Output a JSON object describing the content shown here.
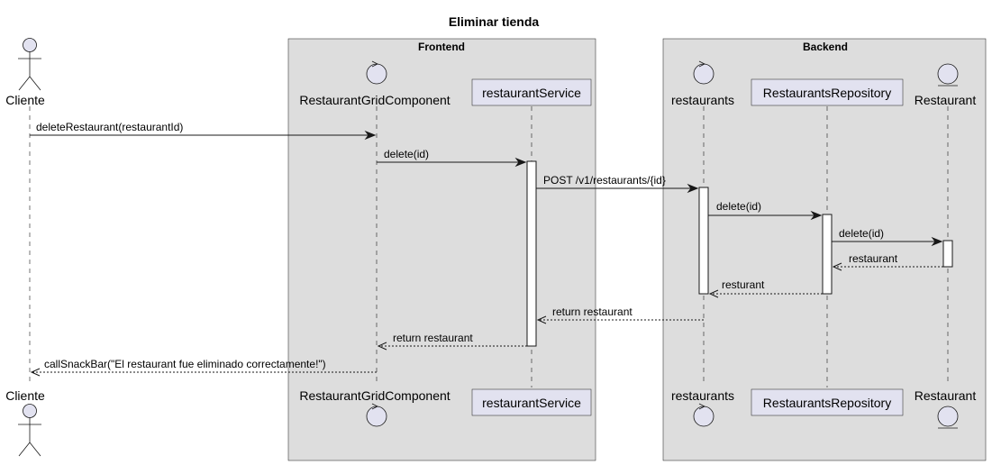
{
  "title": "Eliminar tienda",
  "boxes": {
    "frontend": "Frontend",
    "backend": "Backend"
  },
  "participants": {
    "cliente": {
      "label": "Cliente",
      "shape": "actor"
    },
    "grid": {
      "label": "RestaurantGridComponent",
      "shape": "control"
    },
    "service": {
      "label": "restaurantService",
      "shape": "participant"
    },
    "restaurants": {
      "label": "restaurants",
      "shape": "control"
    },
    "repo": {
      "label": "RestaurantsRepository",
      "shape": "participant"
    },
    "entity": {
      "label": "Restaurant",
      "shape": "entity"
    }
  },
  "messages": [
    {
      "from": "cliente",
      "to": "grid",
      "label": "deleteRestaurant(restaurantId)",
      "style": "sync"
    },
    {
      "from": "grid",
      "to": "service",
      "label": "delete(id)",
      "style": "sync"
    },
    {
      "from": "service",
      "to": "restaurants",
      "label": "POST /v1/restaurants/{id}",
      "style": "sync"
    },
    {
      "from": "restaurants",
      "to": "repo",
      "label": "delete(id)",
      "style": "sync"
    },
    {
      "from": "repo",
      "to": "entity",
      "label": "delete(id)",
      "style": "sync"
    },
    {
      "from": "entity",
      "to": "repo",
      "label": "restaurant",
      "style": "return"
    },
    {
      "from": "repo",
      "to": "restaurants",
      "label": "resturant",
      "style": "return"
    },
    {
      "from": "restaurants",
      "to": "service",
      "label": "return restaurant",
      "style": "return"
    },
    {
      "from": "service",
      "to": "grid",
      "label": "return restaurant",
      "style": "return"
    },
    {
      "from": "grid",
      "to": "cliente",
      "label": "callSnackBar(\"El restaurant fue eliminado correctamente!\")",
      "style": "return"
    }
  ],
  "colors": {
    "participant_fill": "#e2e2f0",
    "group_fill": "#dddddd",
    "line": "#181818"
  }
}
